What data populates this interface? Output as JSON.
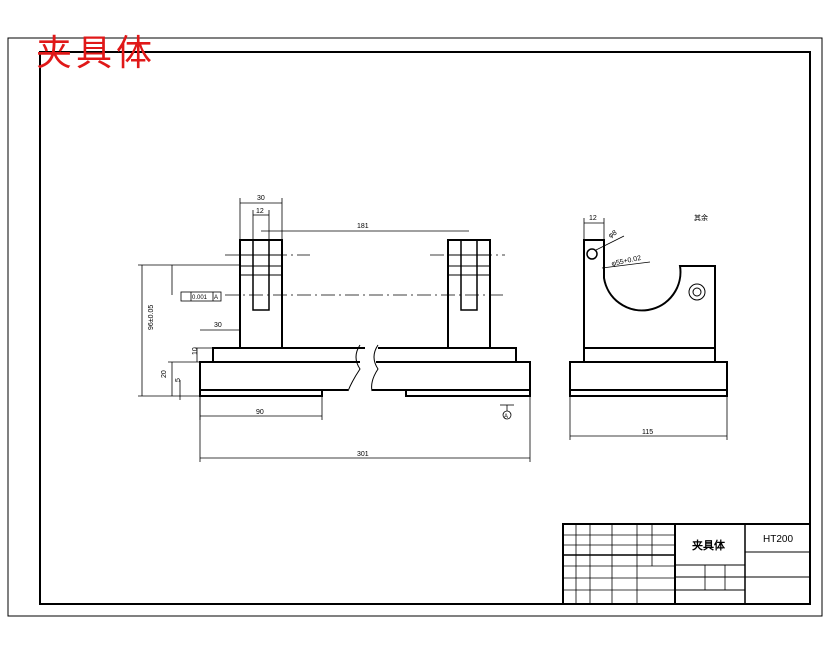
{
  "stamp_title": "夹具体",
  "dimensions": {
    "top_width": "30",
    "top_inner": "12",
    "center_distance": "181",
    "height": "96±0.05",
    "step_30": "30",
    "left_10": "10",
    "left_20": "20",
    "left_5": "5",
    "base_90": "90",
    "overall": "301",
    "side_12": "12",
    "side_phi": "φ8",
    "side_bore": "φ55+0.02",
    "side_width": "115",
    "side_note": "其余",
    "tolerance_value": "0.001",
    "datum": "A"
  },
  "title_block": {
    "part_name": "夹具体",
    "material": "HT200"
  }
}
